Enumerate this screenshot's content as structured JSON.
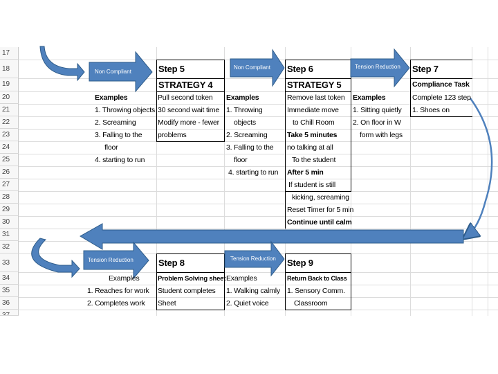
{
  "row_numbers": [
    "17",
    "18",
    "19",
    "20",
    "21",
    "22",
    "23",
    "24",
    "25",
    "26",
    "27",
    "28",
    "29",
    "30",
    "31",
    "32",
    "33",
    "34",
    "35",
    "36",
    "37"
  ],
  "arrows": {
    "non_compliant_1": "Non Compliant",
    "non_compliant_2": "Non Compliant",
    "tension_reduction_1": "Tension Reduction",
    "tension_reduction_2": "Tension Reduction",
    "tension_reduction_3": "Tension Reduction"
  },
  "col_a": {
    "examples": "Examples",
    "item1": "1. Throwing objects",
    "item2": "2. Screaming",
    "item3": "3. Falling to the",
    "item3b": "floor",
    "item4": "4. starting to run"
  },
  "step5": {
    "title": "Step 5",
    "strategy": "STRATEGY 4",
    "l1": "Pull second token",
    "l2": "30 second wait time",
    "l3": "Modify more - fewer",
    "l4": "problems"
  },
  "col_c": {
    "examples": "Examples",
    "item1": "1. Throwing",
    "item1b": "objects",
    "item2": "2. Screaming",
    "item3": "3. Falling to the",
    "item3b": "floor",
    "item4": "4. starting to run"
  },
  "step6": {
    "title": "Step 6",
    "strategy": "STRATEGY 5",
    "l1": "Remove last token",
    "l2": "Immediate move",
    "l3": "to Chill Room",
    "l4": "Take 5 minutes",
    "l5": "no talking at all",
    "l6": "To the student",
    "l7": "After 5 min",
    "l8": "If student is still",
    "l9": "kicking, screaming",
    "l10": "Reset Timer for 5 min",
    "l11": "Continue until calm"
  },
  "col_e": {
    "examples": "Examples",
    "item1": "1. Sitting quietly",
    "item2": "2. On floor in W",
    "item2b": "form with legs"
  },
  "step7": {
    "title": "Step 7",
    "task": "Compliance Task",
    "l1": "Complete 123 step",
    "l2": "1. Shoes on"
  },
  "col_a2": {
    "examples": "Examples",
    "item1": "1. Reaches for work",
    "item2": "2. Completes work"
  },
  "step8": {
    "title": "Step 8",
    "sheet": "Problem Solving sheet",
    "l1": "Student completes",
    "l2": "Sheet"
  },
  "col_c2": {
    "examples": "Examples",
    "item1": "1. Walking calmly",
    "item2": "2. Quiet voice"
  },
  "step9": {
    "title": "Step 9",
    "sub": "Return Back to Class",
    "l1": "1. Sensory Comm.",
    "l2": "Classroom"
  },
  "colors": {
    "arrow_fill": "#4f81bd",
    "arrow_stroke": "#2e5c8a",
    "arrow_text": "#ffffff",
    "grid": "#dcdcdc"
  }
}
